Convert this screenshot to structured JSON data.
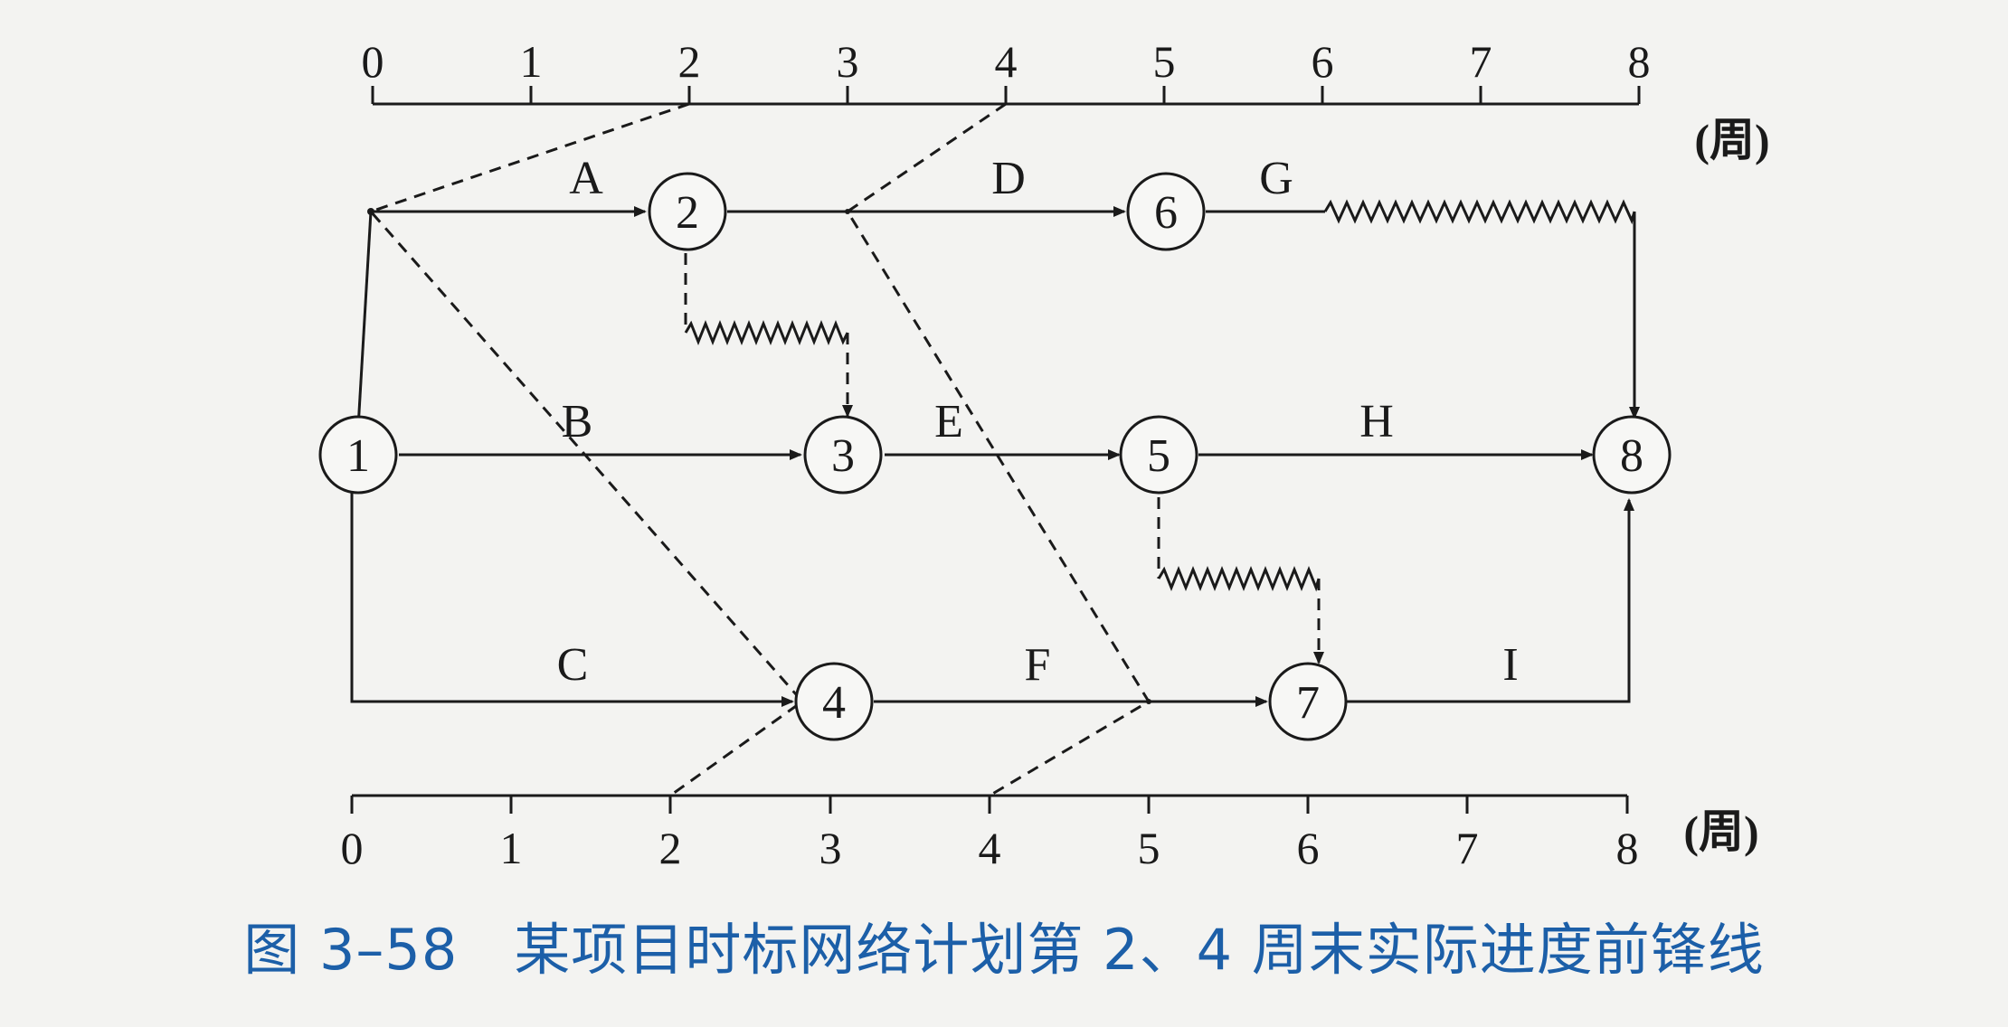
{
  "figure": {
    "caption": "图 3–58   某项目时标网络计划第 2、4 周末实际进度前锋线"
  },
  "timescale": {
    "top_ticks": [
      "0",
      "1",
      "2",
      "3",
      "4",
      "5",
      "6",
      "7",
      "8"
    ],
    "bottom_ticks": [
      "0",
      "1",
      "2",
      "3",
      "4",
      "5",
      "6",
      "7",
      "8"
    ],
    "top_unit": "(周)",
    "bottom_unit": "(周)"
  },
  "network": {
    "nodes": [
      {
        "id": "1",
        "label": "1",
        "week": 0
      },
      {
        "id": "2",
        "label": "2",
        "week": 2
      },
      {
        "id": "3",
        "label": "3",
        "week": 3
      },
      {
        "id": "4",
        "label": "4",
        "week": 3
      },
      {
        "id": "5",
        "label": "5",
        "week": 5
      },
      {
        "id": "6",
        "label": "6",
        "week": 5
      },
      {
        "id": "7",
        "label": "7",
        "week": 6
      },
      {
        "id": "8",
        "label": "8",
        "week": 8
      }
    ],
    "activities": [
      {
        "label": "A",
        "from": "1",
        "to": "2"
      },
      {
        "label": "B",
        "from": "1",
        "to": "3"
      },
      {
        "label": "C",
        "from": "1",
        "to": "4"
      },
      {
        "label": "D",
        "from": "2",
        "to": "6"
      },
      {
        "label": "E",
        "from": "3",
        "to": "5"
      },
      {
        "label": "F",
        "from": "4",
        "to": "7"
      },
      {
        "label": "G",
        "from": "6",
        "to": "8",
        "free_float_weeks": 2
      },
      {
        "label": "H",
        "from": "5",
        "to": "8"
      },
      {
        "label": "I",
        "from": "7",
        "to": "8"
      }
    ],
    "dummy_activities": [
      {
        "from": "2",
        "to": "3",
        "free_float_weeks": 1
      },
      {
        "from": "5",
        "to": "7",
        "free_float_weeks": 1
      }
    ]
  },
  "progress_lines": [
    {
      "check_week": 2,
      "points": [
        {
          "row": "A",
          "week": 0
        },
        {
          "row": "C",
          "week": 3
        }
      ]
    },
    {
      "check_week": 4,
      "points": [
        {
          "row": "D",
          "week": 3
        },
        {
          "row": "F",
          "week": 5
        }
      ]
    }
  ]
}
